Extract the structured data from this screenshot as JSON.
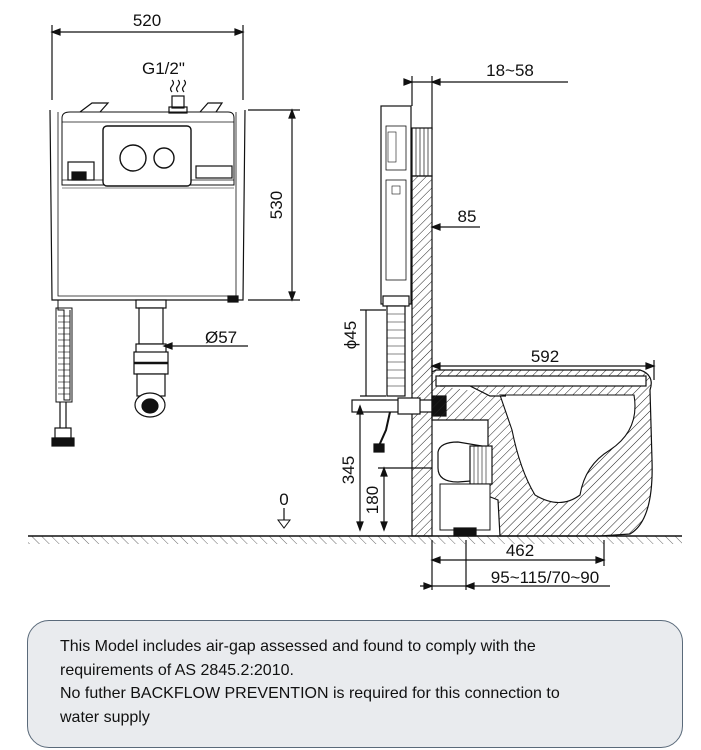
{
  "dimensions": {
    "cistern_width": "520",
    "inlet_thread": "G1/2\"",
    "cistern_height": "530",
    "outlet_diameter": "Ø57",
    "wall_gap": "18~58",
    "frame_depth": "85",
    "pipe_diameter": "ϕ45",
    "pan_length": "592",
    "inlet_height": "345",
    "outlet_height": "180",
    "floor_level": "0",
    "setout_depth": "462",
    "setout_range": "95~115/70~90"
  },
  "note": {
    "lines": [
      "This Model includes air-gap assessed and found to comply with the",
      "requirements of AS 2845.2:2010.",
      "No futher BACKFLOW PREVENTION is required for this connection to",
      "water supply"
    ]
  }
}
